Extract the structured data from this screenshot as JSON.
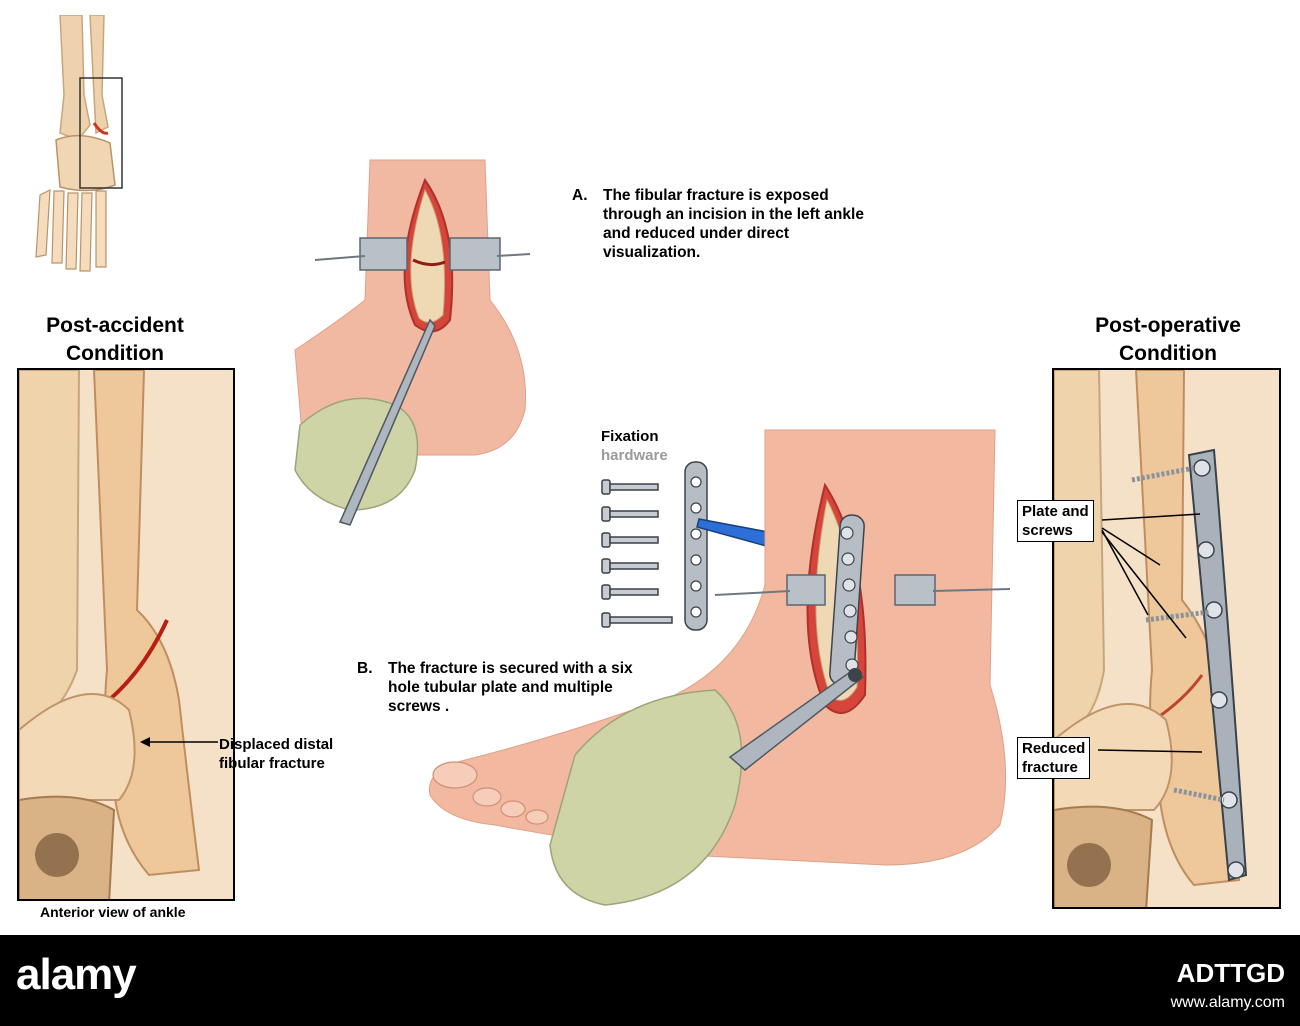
{
  "headings": {
    "post_accident_line1": "Post-accident",
    "post_accident_line2": "Condition",
    "post_operative_line1": "Post-operative",
    "post_operative_line2": "Condition"
  },
  "steps": {
    "a_letter": "A.",
    "a_text": "The fibular fracture is exposed through an incision in the left ankle and reduced under direct visualization.",
    "b_letter": "B.",
    "b_text": "The fracture is secured with a six hole tubular plate and multiple screws ."
  },
  "labels": {
    "displaced_line1": "Displaced distal",
    "displaced_line2": "fibular fracture",
    "anterior_view": "Anterior view of ankle",
    "fixation_line1": "Fixation",
    "fixation_line2": "hardware",
    "plate_line1": "Plate and",
    "plate_line2": "screws",
    "reduced_line1": "Reduced",
    "reduced_line2": "fracture"
  },
  "watermark": {
    "logo": "alamy",
    "image_id": "ADTTGD",
    "site": "www.alamy.com"
  },
  "colors": {
    "bone": "#f0d2a8",
    "skin": "#f0b8a0",
    "glove": "#cbd0a0",
    "steel": "#9aa4b0",
    "arrow": "#2d6fd6",
    "background": "#ffffff",
    "footer": "#000000"
  }
}
